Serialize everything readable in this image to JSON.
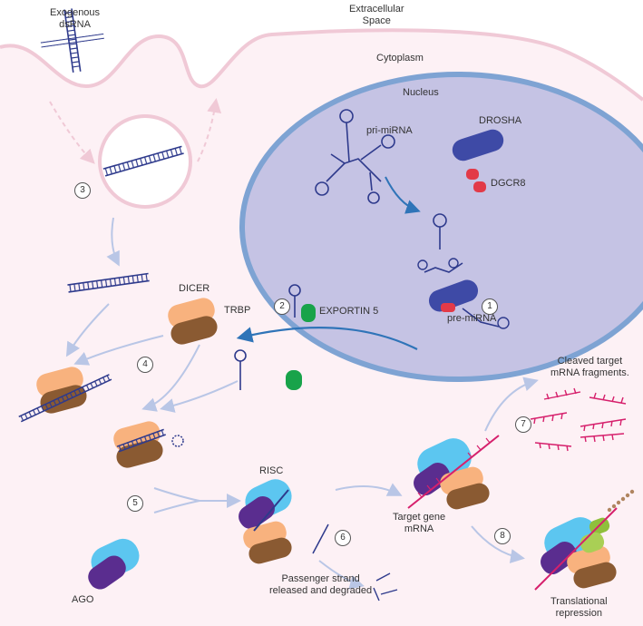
{
  "labels": {
    "exogenous_dsrna": [
      "Exogenous",
      "dsRNA"
    ],
    "extracellular_space": [
      "Extracellular",
      "Space"
    ],
    "cytoplasm": "Cytoplasm",
    "nucleus": "Nucleus",
    "pri_mirna": "pri-miRNA",
    "drosha": "DROSHA",
    "dgcr8": "DGCR8",
    "pre_mirna": "pre-miRNA",
    "exportin5": "EXPORTIN 5",
    "dicer": "DICER",
    "trbp": "TRBP",
    "risc": "RISC",
    "ago": "AGO",
    "passenger_strand": [
      "Passenger strand",
      "released and degraded"
    ],
    "target_gene_mrna": [
      "Target gene",
      "mRNA"
    ],
    "cleaved_fragments": [
      "Cleaved target",
      "mRNA fragments."
    ],
    "translational_repression": [
      "Translational",
      "repression"
    ]
  },
  "steps": [
    "1",
    "2",
    "3",
    "4",
    "5",
    "6",
    "7",
    "8"
  ],
  "colors": {
    "membrane": "#f0c9d6",
    "cytoplasm": "#fdf1f5",
    "nucleus_fill": "#c5c3e4",
    "nucleus_border": "#7ea3d3",
    "rna": "#2e3a8c",
    "mrna": "#d6206c",
    "drosha": "#3e4aa6",
    "dgcr8": "#e23a48",
    "exportin": "#18a34a",
    "dicer_top": "#f8b27e",
    "dicer_bottom": "#8a5a32",
    "ago_light": "#5cc6f0",
    "ago_dark": "#5a2d8f",
    "flow_arrow": "#b9c6e6",
    "nuclear_arrow": "#2f74b8"
  }
}
